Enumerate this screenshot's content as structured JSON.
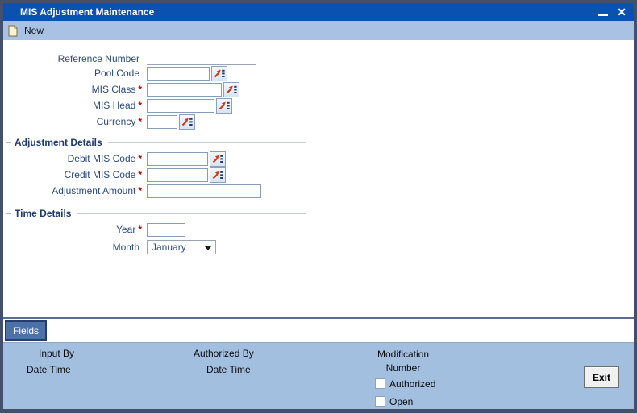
{
  "window": {
    "title": "MIS Adjustment Maintenance",
    "controls": {
      "close_glyph": "✕"
    }
  },
  "toolbar": {
    "new_label": "New"
  },
  "form": {
    "reference_number": {
      "label": "Reference Number",
      "required": "",
      "value": ""
    },
    "pool_code": {
      "label": "Pool Code",
      "required": "",
      "value": ""
    },
    "mis_class": {
      "label": "MIS Class",
      "required": "*",
      "value": ""
    },
    "mis_head": {
      "label": "MIS Head",
      "required": "*",
      "value": ""
    },
    "currency": {
      "label": "Currency",
      "required": "*",
      "value": ""
    }
  },
  "adjustment_details": {
    "title": "Adjustment Details",
    "debit_mis_code": {
      "label": "Debit MIS Code",
      "required": "*",
      "value": ""
    },
    "credit_mis_code": {
      "label": "Credit MIS Code",
      "required": "*",
      "value": ""
    },
    "adjustment_amount": {
      "label": "Adjustment Amount",
      "required": "*",
      "value": ""
    }
  },
  "time_details": {
    "title": "Time Details",
    "year": {
      "label": "Year",
      "required": "*",
      "value": ""
    },
    "month": {
      "label": "Month",
      "required": "",
      "selected": "January"
    }
  },
  "actions": {
    "fields": "Fields",
    "exit": "Exit"
  },
  "footer": {
    "input_by": "Input By",
    "input_date_time": "Date Time",
    "authorized_by": "Authorized By",
    "auth_date_time": "Date Time",
    "modification_number": "Modification Number",
    "authorized_checkbox_label": "Authorized",
    "open_checkbox_label": "Open",
    "authorized_checked": false,
    "open_checked": false
  },
  "colors": {
    "titlebar": "#0a52b2",
    "toolbar_bg": "#a9c2e4",
    "footer_bg": "#a3bfe0",
    "label_text": "#2b4a80",
    "required_marker": "#c40000",
    "fields_button_bg": "#4c70a8",
    "lov_arrow": "#cc3b17",
    "window_border": "#43506c"
  }
}
